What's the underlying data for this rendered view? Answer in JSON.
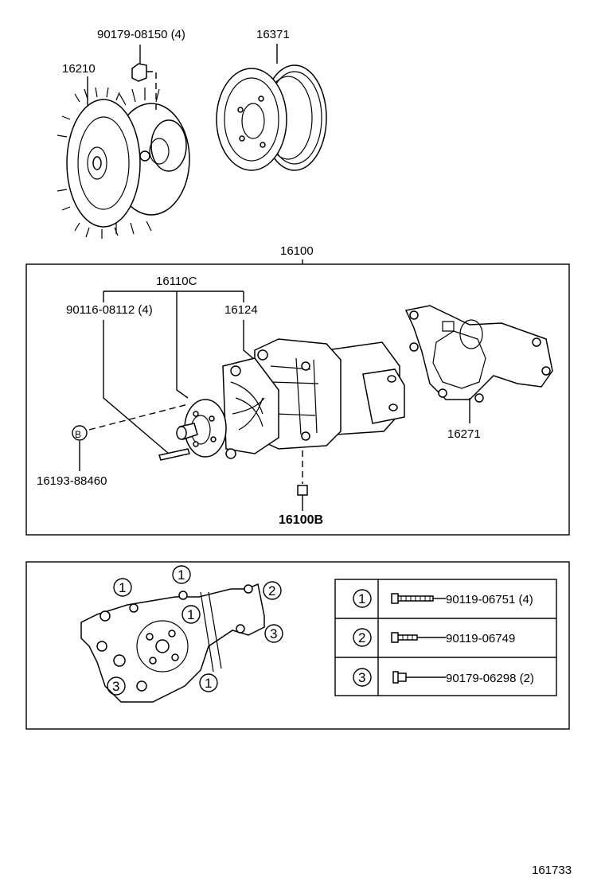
{
  "parts": {
    "bolt_90179_08150": "90179-08150 (4)",
    "fan_clutch_16210": "16210",
    "pulley_16371": "16371",
    "water_pump_assy_16100": "16100",
    "pump_16110c": "16110C",
    "stud_90116_08112": "90116-08112 (4)",
    "gasket_16124": "16124",
    "gasket_16271": "16271",
    "plug_b_marker": "B",
    "plug_16193_88460": "16193-88460",
    "drain_16100b": "16100B"
  },
  "fastener_table": {
    "rows": [
      {
        "index": "1",
        "part": "90119-06751 (4)"
      },
      {
        "index": "2",
        "part": "90119-06749"
      },
      {
        "index": "3",
        "part": "90179-06298 (2)"
      }
    ]
  },
  "location_callouts": [
    "1",
    "1",
    "1",
    "1",
    "2",
    "3",
    "3"
  ],
  "illustration_number": "161733"
}
